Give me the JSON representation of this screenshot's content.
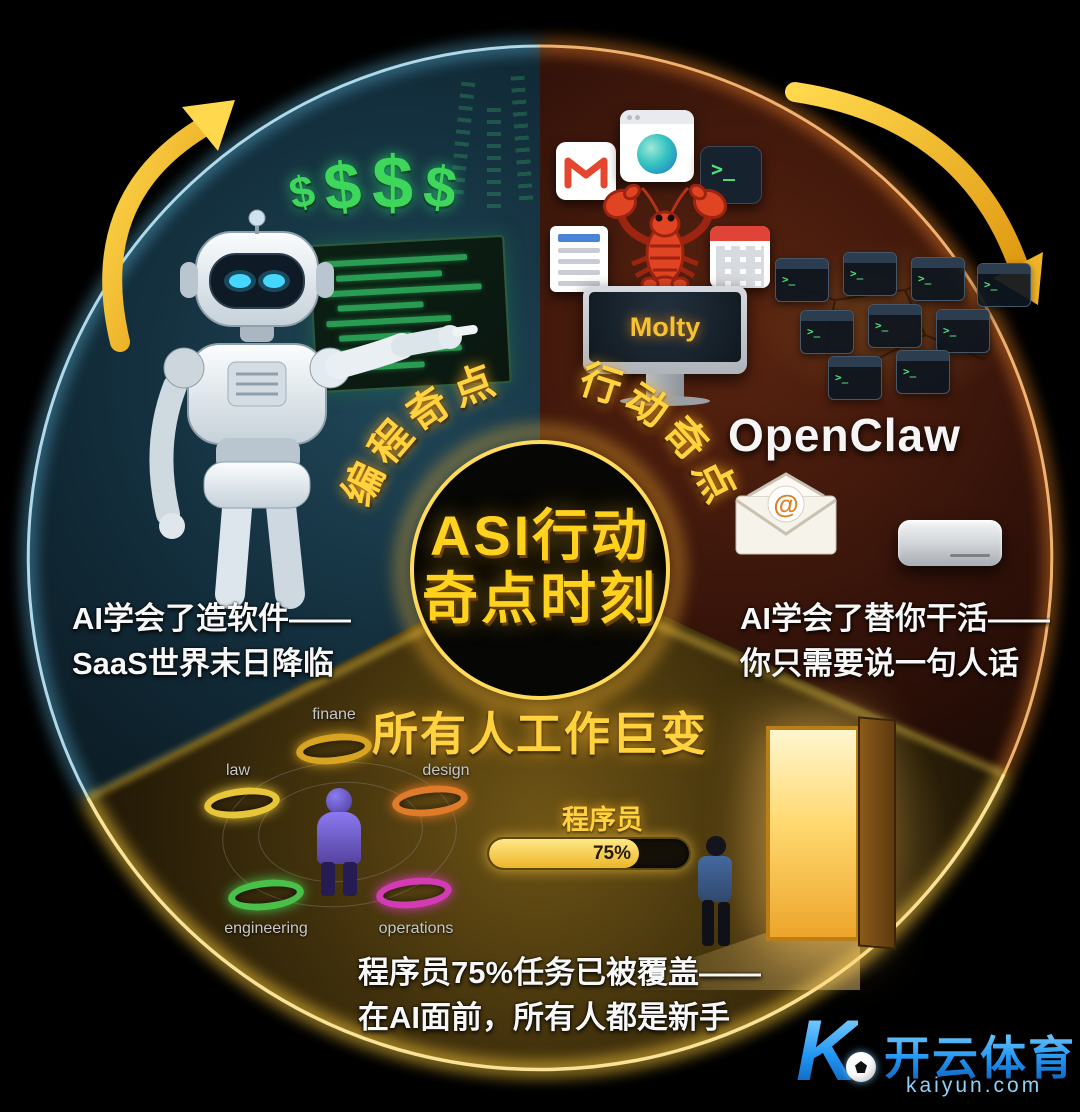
{
  "center": {
    "title_line1": "ASI行动",
    "title_line2": "奇点时刻"
  },
  "sectors": {
    "programming": {
      "arc_label": "编程奇点",
      "dollars": [
        "$",
        "$",
        "$",
        "$"
      ],
      "caption_line1": "AI学会了造软件——",
      "caption_line2": "SaaS世界末日降临",
      "accent": "#7fd5ff"
    },
    "action": {
      "arc_label": "行动奇点",
      "assistant_name": "Molty",
      "brand": "OpenClaw",
      "terminal_prompt": ">_",
      "at_symbol": "@",
      "caption_line1": "AI学会了替你干活——",
      "caption_line2": "你只需要说一句人话",
      "accent": "#ff8c2b"
    },
    "work": {
      "title": "所有人工作巨变",
      "rings": [
        {
          "label": "finane",
          "color": "#d9a421"
        },
        {
          "label": "law",
          "color": "#e8c63a"
        },
        {
          "label": "design",
          "color": "#e07b2a"
        },
        {
          "label": "engineering",
          "color": "#49c04a"
        },
        {
          "label": "operations",
          "color": "#d23bb4"
        }
      ],
      "progress": {
        "label": "程序员",
        "value": 75,
        "value_text": "75%"
      },
      "caption_line1": "程序员75%任务已被覆盖——",
      "caption_line2": "在AI面前，所有人都是新手",
      "accent": "#ffd84d"
    }
  },
  "watermark": {
    "logo_letter": "K",
    "brand": "开云体育",
    "domain": "kaiyun.com"
  }
}
